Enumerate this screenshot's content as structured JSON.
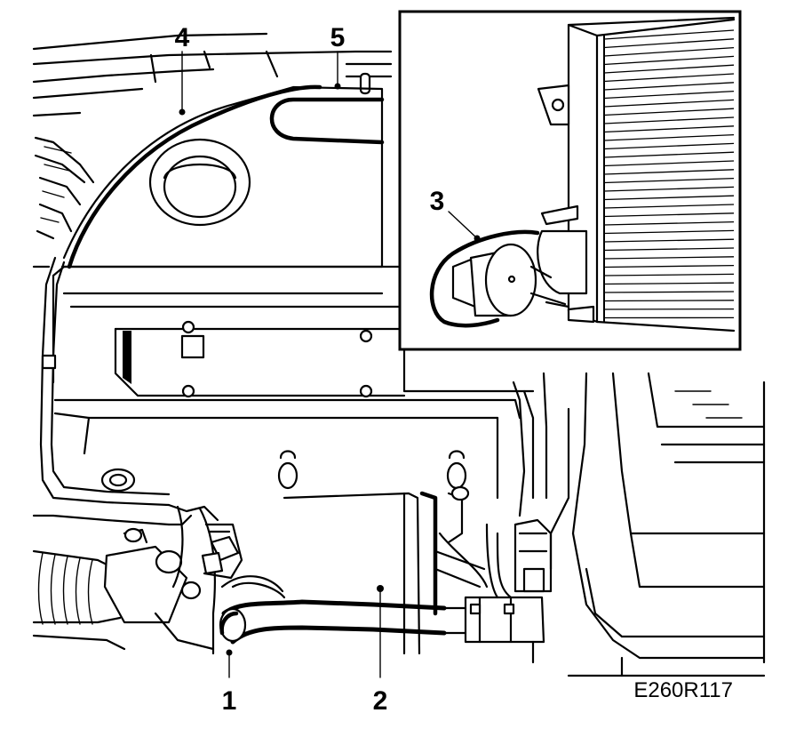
{
  "callouts": [
    {
      "id": "1",
      "text": "1"
    },
    {
      "id": "2",
      "text": "2"
    },
    {
      "id": "3",
      "text": "3"
    },
    {
      "id": "4",
      "text": "4"
    },
    {
      "id": "5",
      "text": "5"
    }
  ],
  "figure_code": "E260R117"
}
